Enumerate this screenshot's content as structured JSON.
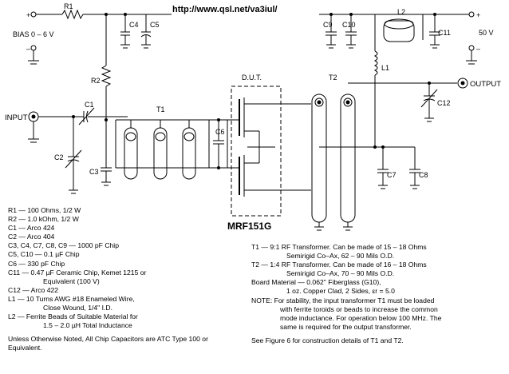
{
  "url": "http://www.qsl.net/va3iul/",
  "title_part": "MRF151G",
  "labels": {
    "R1": "R1",
    "R2": "R2",
    "C1": "C1",
    "C2": "C2",
    "C3": "C3",
    "C4": "C4",
    "C5": "C5",
    "C6": "C6",
    "C7": "C7",
    "C8": "C8",
    "C9": "C9",
    "C10": "C10",
    "C11": "C11",
    "C12": "C12",
    "T1": "T1",
    "T2": "T2",
    "L1": "L1",
    "L2": "L2",
    "DUT": "D.U.T.",
    "bias": "BIAS 0 – 6 V",
    "plus": "+",
    "minus": "–",
    "v50": "50 V",
    "input": "INPUT",
    "output": "OUTPUT"
  },
  "parts_list_left": [
    {
      "k": "R1 — 100 Ohms, 1/2 W"
    },
    {
      "k": "R2 — 1.0 kOhm, 1/2 W"
    },
    {
      "k": "C1 — Arco 424"
    },
    {
      "k": "C2 — Arco 404"
    },
    {
      "k": "C3, C4, C7, C8, C9 — 1000 pF Chip"
    },
    {
      "k": "C5, C10 — 0.1 µF Chip"
    },
    {
      "k": "C6 — 330 pF Chip"
    },
    {
      "k": "C11 — 0.47 µF Ceramic Chip, Kemet 1215 or"
    },
    {
      "k": "Equivalent (100 V)",
      "indent": true
    },
    {
      "k": "C12 — Arco 422"
    },
    {
      "k": "L1 — 10 Turns AWG #18 Enameled Wire,"
    },
    {
      "k": "Close Wound, 1/4\" I.D.",
      "indent": true
    },
    {
      "k": "L2 — Ferrite Beads of Suitable Material for"
    },
    {
      "k": "1.5 – 2.0 µH Total Inductance",
      "indent": true
    }
  ],
  "note_left": [
    "Unless Otherwise Noted, All Chip Capacitors are ATC Type 100 or",
    "Equivalent."
  ],
  "parts_list_right": [
    {
      "k": "T1 — 9:1 RF Transformer. Can be made of 15 – 18 Ohms"
    },
    {
      "k": "Semirigid Co–Ax, 62 – 90 Mils O.D.",
      "indent": true
    },
    {
      "k": "T2 — 1:4 RF Transformer. Can be made of 16 – 18 Ohms"
    },
    {
      "k": "Semirigid Co–Ax, 70 – 90 Mils O.D.",
      "indent": true
    },
    {
      "k": "Board Material — 0.062\" Fiberglass (G10),"
    },
    {
      "k": "1 oz. Copper Clad, 2 Sides, εr = 5.0",
      "indent": true
    }
  ],
  "note_right": [
    "NOTE: For stability, the input transformer T1 must be loaded",
    "with ferrite toroids or beads to increase the common",
    "mode inductance. For operation below 100 MHz. The",
    "same is required for the output transformer."
  ],
  "see_figure": "See Figure 6 for construction details of T1 and T2."
}
